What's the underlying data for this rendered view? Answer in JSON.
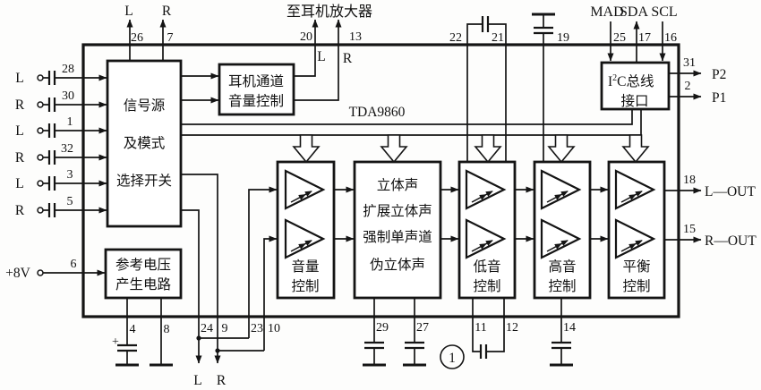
{
  "chip": {
    "name": "TDA9860"
  },
  "top": {
    "l": "L",
    "p26": "26",
    "r": "R",
    "p7": "7",
    "headphone_amp": "至耳机放大器",
    "p20": "20",
    "p13": "13",
    "hp_l": "L",
    "hp_r": "R",
    "p22": "22",
    "p21": "21",
    "p19": "19",
    "mad": "MAD",
    "sda": "SDA",
    "scl": "SCL",
    "p25": "25",
    "p17": "17",
    "p16": "16"
  },
  "left": {
    "rows": [
      {
        "label": "L",
        "pin": "28"
      },
      {
        "label": "R",
        "pin": "30"
      },
      {
        "label": "L",
        "pin": "1"
      },
      {
        "label": "R",
        "pin": "32"
      },
      {
        "label": "L",
        "pin": "3"
      },
      {
        "label": "R",
        "pin": "5"
      }
    ],
    "supply": "+8V",
    "supply_pin": "6"
  },
  "right": {
    "p31": "31",
    "p2_port": "P2",
    "p2": "2",
    "p1_port": "P1",
    "p18": "18",
    "l_out": "L—OUT",
    "p15": "15",
    "r_out": "R—OUT"
  },
  "bottom": {
    "p4": "4",
    "p8": "8",
    "p24": "24",
    "p9": "9",
    "p23": "23",
    "p10": "10",
    "l": "L",
    "r": "R",
    "plus": "+",
    "p29": "29",
    "p27": "27",
    "p11": "11",
    "p12": "12",
    "p14": "14",
    "figure": "1"
  },
  "blocks": {
    "source": {
      "l1": "信号源",
      "l2": "及模式",
      "l3": "选择开关"
    },
    "headphone": {
      "l1": "耳机通道",
      "l2": "音量控制"
    },
    "reference": {
      "l1": "参考电压",
      "l2": "产生电路"
    },
    "volume": {
      "l1": "音量",
      "l2": "控制"
    },
    "stereo": {
      "l1": "立体声",
      "l2": "扩展立体声",
      "l3": "强制单声道",
      "l4": "伪立体声"
    },
    "bass": {
      "l1": "低音",
      "l2": "控制"
    },
    "treble": {
      "l1": "高音",
      "l2": "控制"
    },
    "balance": {
      "l1": "平衡",
      "l2": "控制"
    },
    "i2c": {
      "base": "I",
      "sup": "2",
      "tail": "C总线",
      "l2": "接口"
    }
  }
}
